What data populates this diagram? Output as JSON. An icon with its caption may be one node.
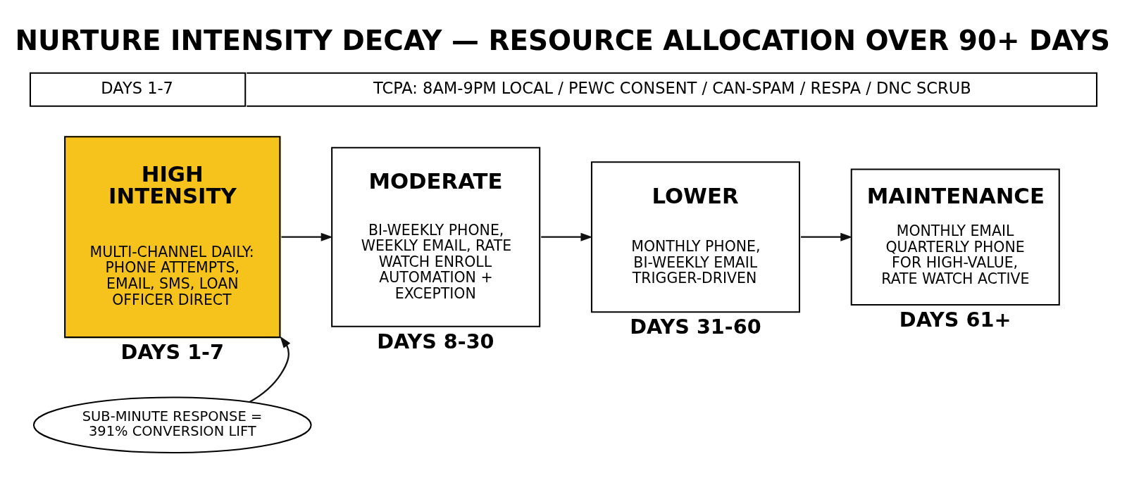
{
  "diagram": {
    "title": "NURTURE INTENSITY DECAY — RESOURCE ALLOCATION OVER 90+ DAYS",
    "nodes": [
      {
        "text": [
          "DAYS 1-7",
          "TCPA: 8AM-9PM LOCAL / PEWC CONSENT / CAN-SPAM / RESPA / DNC SCRUB"
        ]
      },
      {
        "text": [
          "HIGH INTENSITY",
          "MULTI-CHANNEL DAILY: PHONE ATTEMPTS, EMAIL, SMS, LOAN OFFICER DIRECT"
        ],
        "beside": [
          "DAYS 1-7"
        ]
      },
      {
        "text": [
          "MODERATE",
          "BI-WEEKLY PHONE, WEEKLY EMAIL, RATE WATCH ENROLL AUTOMATION + EXCEPTION"
        ],
        "beside": [
          "DAYS 8-30"
        ]
      },
      {
        "text": [
          "LOWER",
          "MONTHLY PHONE, BI-WEEKLY EMAIL TRIGGER-DRIVEN"
        ],
        "beside": [
          "DAYS 31-60"
        ]
      },
      {
        "text": [
          "MAINTENANCE",
          "MONTHLY EMAIL QUARTERLY PHONE FOR HIGH-VALUE, RATE WATCH ACTIVE"
        ],
        "beside": [
          "DAYS 61+"
        ]
      },
      {
        "text": [
          "SUB-MINUTE RESPONSE = 391% CONVERSION LIFT"
        ]
      }
    ],
    "edges": [
      {
        "from": 1,
        "to": 2,
        "arrow": "to"
      },
      {
        "from": 2,
        "to": 3,
        "arrow": "to"
      },
      {
        "from": 3,
        "to": 4,
        "arrow": "to"
      },
      {
        "from": 5,
        "to": 1,
        "arrow": "to"
      }
    ]
  }
}
